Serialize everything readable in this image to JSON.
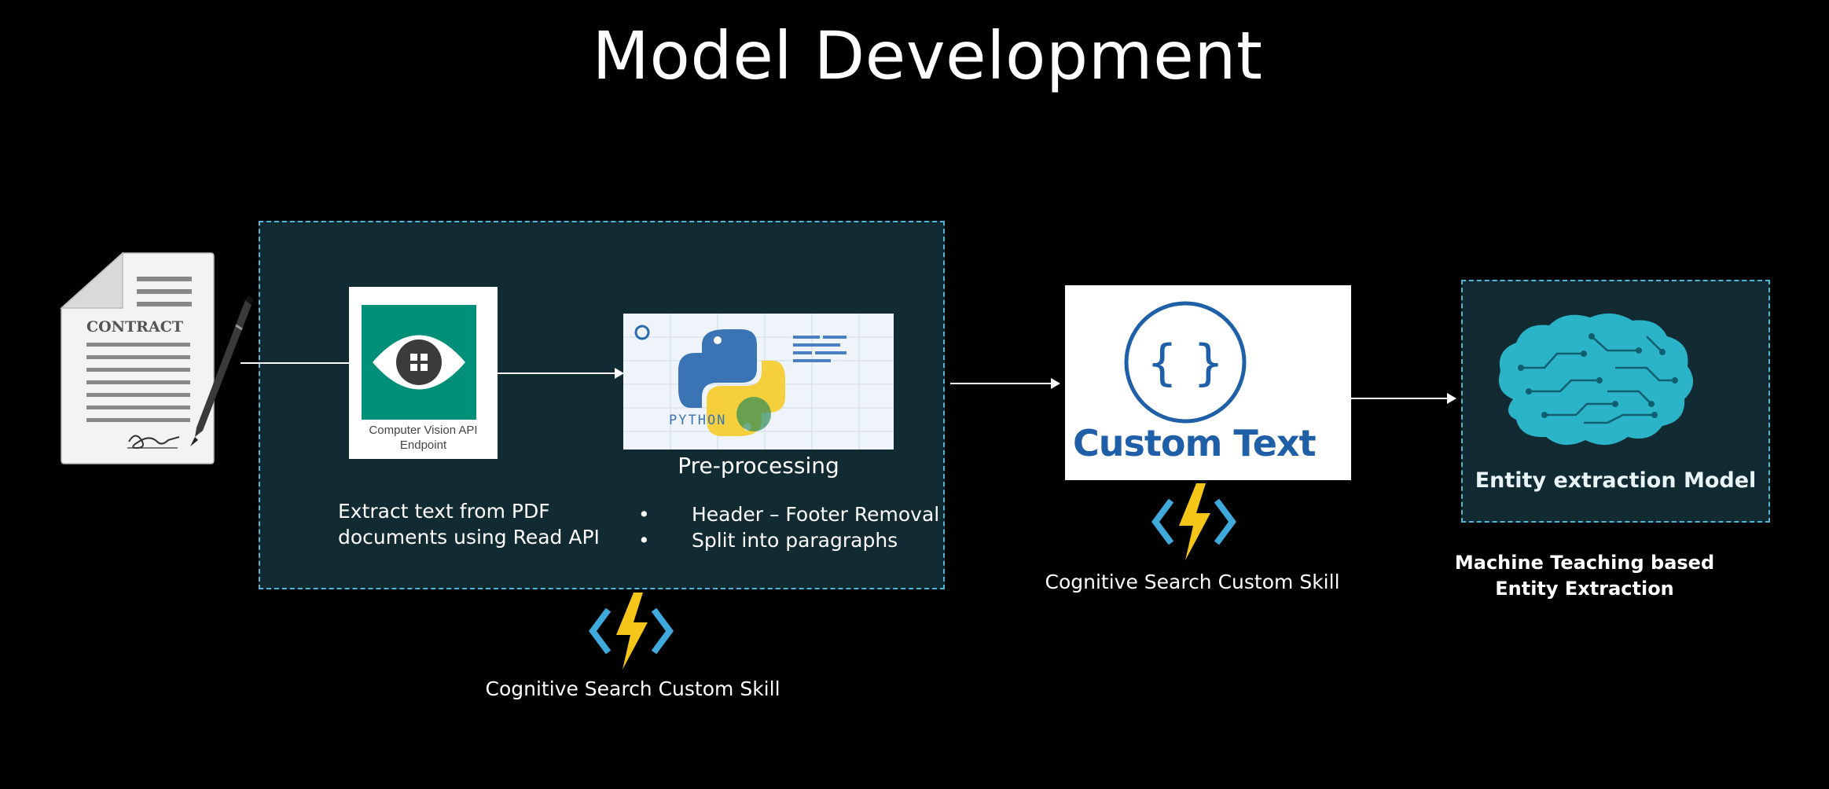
{
  "title": "Model Development",
  "contract_doc": {
    "heading": "CONTRACT"
  },
  "computer_vision": {
    "label_line1": "Computer Vision API",
    "label_line2": "Endpoint",
    "description_line1": "Extract text from PDF",
    "description_line2": "documents using Read API"
  },
  "preprocessing": {
    "logo_text": "PYTHON",
    "label": "Pre-processing",
    "bullets": [
      "Header – Footer Removal",
      "Split into paragraphs"
    ],
    "bullet_glyph": "•"
  },
  "skill_caption_1": "Cognitive Search Custom Skill",
  "custom_text": {
    "braces": "{ }",
    "label": "Custom Text",
    "skill_caption": "Cognitive Search Custom Skill"
  },
  "entity_model": {
    "label": "Entity extraction Model",
    "caption_line1": "Machine Teaching based",
    "caption_line2": "Entity Extraction"
  },
  "colors": {
    "background": "#000000",
    "dashed_border": "#4fb6d6",
    "panel_fill": "#122a31",
    "cv_green": "#00907a",
    "custom_text_blue": "#1e5fa8",
    "lightning_yellow": "#f5c518",
    "brain_teal": "#2bb3c8"
  },
  "icons": [
    "contract-document-icon",
    "pen-icon",
    "eye-icon",
    "python-logo-icon",
    "azure-function-icon",
    "braces-icon",
    "brain-icon",
    "arrow-icon"
  ]
}
